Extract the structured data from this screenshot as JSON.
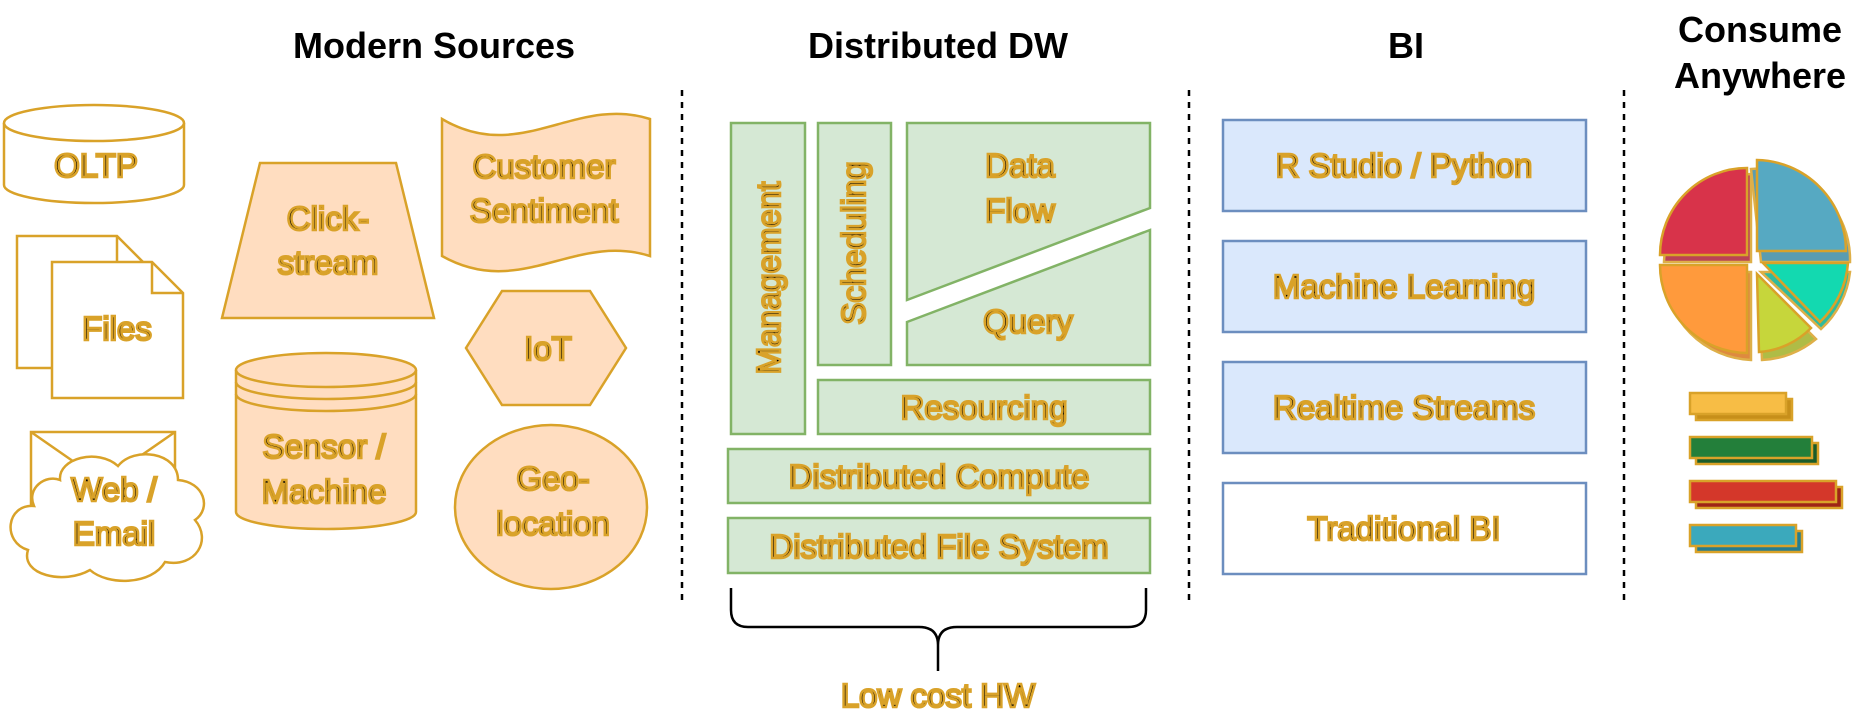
{
  "headers": {
    "modern_sources": "Modern Sources",
    "distributed_dw": "Distributed DW",
    "bi": "BI",
    "consume_line1": "Consume",
    "consume_line2": "Anywhere"
  },
  "sources": {
    "oltp": "OLTP",
    "files": "Files",
    "web_email": [
      "Web /",
      "Email"
    ],
    "clickstream": [
      "Click-",
      "stream"
    ],
    "sensor": [
      "Sensor /",
      "Machine"
    ],
    "sentiment": [
      "Customer",
      "Sentiment"
    ],
    "iot": "IoT",
    "geolocation": [
      "Geo-",
      "location"
    ]
  },
  "dw": {
    "management": "Management",
    "scheduling": "Scheduling",
    "data_flow": [
      "Data",
      "Flow"
    ],
    "query": "Query",
    "resourcing": "Resourcing",
    "compute": "Distributed Compute",
    "file_system": "Distributed File System",
    "hardware": "Low cost HW"
  },
  "bi": {
    "r_python": "R Studio / Python",
    "ml": "Machine Learning",
    "streams": "Realtime Streams",
    "traditional": "Traditional BI"
  },
  "colors": {
    "source_stroke": "#D9A229",
    "source_fill": "#FFDDC0",
    "dw_stroke": "#82B366",
    "dw_fill": "#D5E8D4",
    "bi_stroke": "#6C8EBF",
    "bi_fill": "#DAE8FC",
    "pie_red": "#D8334A",
    "pie_blue": "#56A9C2",
    "pie_orange": "#FF9A3C",
    "pie_green": "#C6D63B",
    "pie_teal": "#13D9B0"
  }
}
